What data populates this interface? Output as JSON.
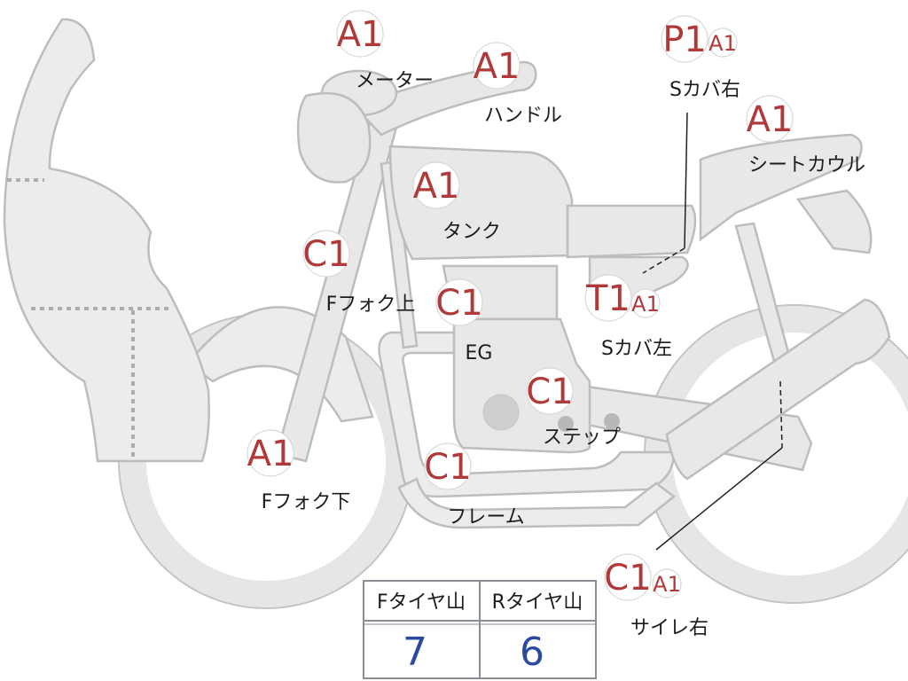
{
  "parts": [
    {
      "id": "meter",
      "grade": "A1",
      "label": "メーター"
    },
    {
      "id": "handle",
      "grade": "A1",
      "label": "ハンドル"
    },
    {
      "id": "side-cover-right",
      "grade": "P1",
      "sub_grade": "A1",
      "label": "Sカバ右"
    },
    {
      "id": "seat-cowl",
      "grade": "A1",
      "label": "シートカウル"
    },
    {
      "id": "tank",
      "grade": "A1",
      "label": "タンク"
    },
    {
      "id": "fork-upper",
      "grade": "C1",
      "label": "Fフォク上"
    },
    {
      "id": "engine",
      "grade": "C1",
      "label": "EG"
    },
    {
      "id": "side-cover-left",
      "grade": "T1",
      "sub_grade": "A1",
      "label": "Sカバ左"
    },
    {
      "id": "step",
      "grade": "C1",
      "label": "ステップ"
    },
    {
      "id": "fork-lower",
      "grade": "A1",
      "label": "Fフォク下"
    },
    {
      "id": "frame",
      "grade": "C1",
      "label": "フレーム"
    },
    {
      "id": "muffler-right",
      "grade": "C1",
      "sub_grade": "A1",
      "label": "サイレ右"
    }
  ],
  "tire_table": {
    "front_header": "Fタイヤ山",
    "rear_header": "Rタイヤ山",
    "front_value": "7",
    "rear_value": "6"
  },
  "colors": {
    "grade": "#b03a3a",
    "table_value": "#2a4aa0",
    "part_fill": "#e8e8e6",
    "part_stroke": "#bdbdbb"
  }
}
